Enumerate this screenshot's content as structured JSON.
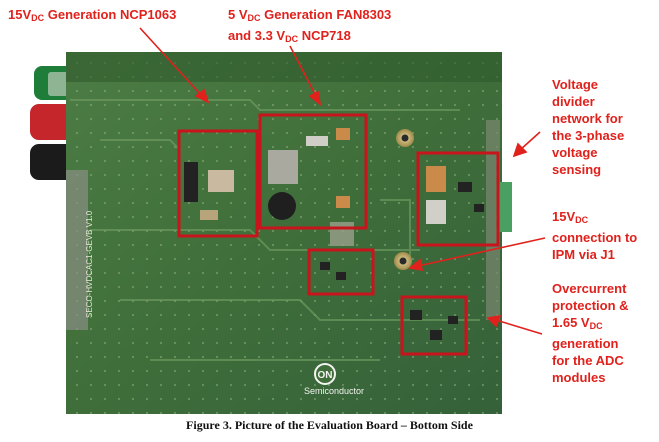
{
  "annotations": {
    "a1": {
      "prefix": "15V",
      "sub": "DC",
      "suffix": " Generation NCP1063"
    },
    "a2": {
      "line1_prefix": "5 V",
      "line1_sub": "DC",
      "line1_suffix": " Generation FAN8303",
      "line2_prefix": "and 3.3 V",
      "line2_sub": "DC",
      "line2_suffix": " NCP718"
    },
    "a3": {
      "lines": [
        "Voltage",
        "divider",
        "network for",
        "the 3-phase",
        "voltage",
        "sensing"
      ]
    },
    "a4": {
      "line1_prefix": "15V",
      "line1_sub": "DC",
      "line2": "connection to",
      "line3": "IPM via J1"
    },
    "a5": {
      "line1": "Overcurrent",
      "line2": "protection &",
      "line3_prefix": "1.65 V",
      "line3_sub": "DC",
      "line4": "generation",
      "line5": "for the ADC",
      "line6": "modules"
    }
  },
  "board": {
    "logo_text": "ON",
    "brand": "Semiconductor",
    "silkscreen": "SECO-HVDCAC1-GEVB V1.0"
  },
  "caption": "Figure 3. Picture of the Evaluation Board – Bottom Side",
  "colors": {
    "annotation": "#e0211c",
    "pcb": "#3f6e3a",
    "pcb_dark": "#2f5a2c",
    "highlight_box": "#c8141c"
  }
}
